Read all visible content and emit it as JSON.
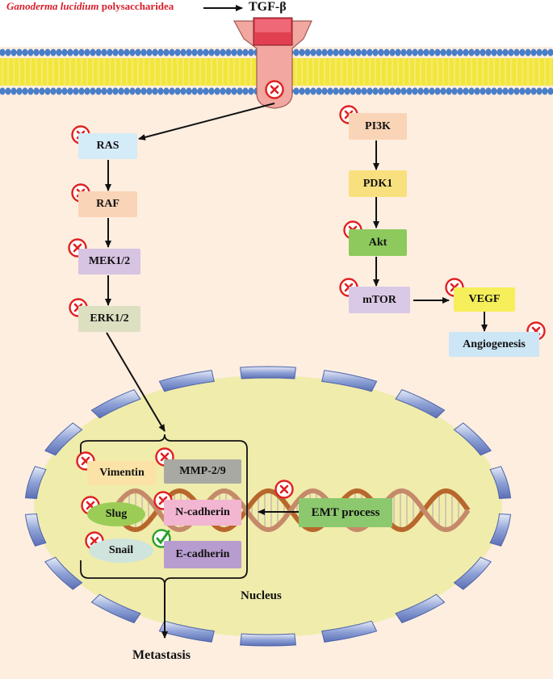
{
  "header": {
    "source_name": "Ganoderma lucidium",
    "source_suffix": "polysaccharidea",
    "ligand": "TGF-β"
  },
  "nodes": {
    "ras": "RAS",
    "raf": "RAF",
    "mek": "MEK1/2",
    "erk": "ERK1/2",
    "pi3k": "PI3K",
    "pdk1": "PDK1",
    "akt": "Akt",
    "mtor": "mTOR",
    "vegf": "VEGF",
    "angiogenesis": "Angiogenesis"
  },
  "nucleus": {
    "label": "Nucleus",
    "markers": {
      "vimentin": "Vimentin",
      "mmp": "MMP-2/9",
      "slug": "Slug",
      "ncadherin": "N-cadherin",
      "snail": "Snail",
      "ecadherin": "E-cadherin"
    },
    "emt": "EMT process"
  },
  "outcome": "Metastasis",
  "colors": {
    "cytoplasm": "#fdeee0",
    "membrane_head": "#4a7ec8",
    "membrane_tail": "#f2e63c",
    "nucleus_fill": "#f0ecac",
    "envelope": "#6b80c2",
    "inhibit": "#e02020",
    "activate": "#2aa02a"
  }
}
